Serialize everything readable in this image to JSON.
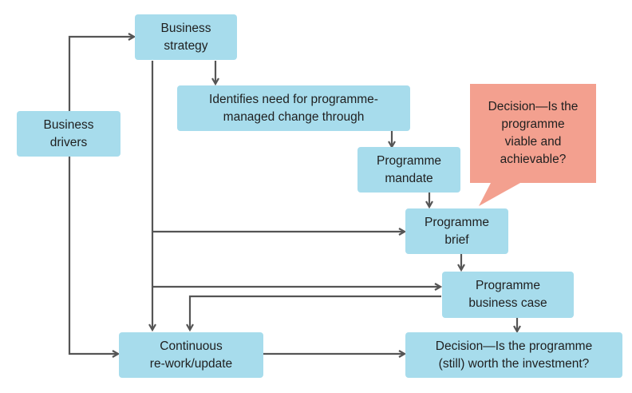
{
  "nodes": {
    "business_strategy": "Business\nstrategy",
    "business_drivers": "Business\ndrivers",
    "identifies_need": "Identifies need for programme-\nmanaged change through",
    "programme_mandate": "Programme\nmandate",
    "programme_brief": "Programme\nbrief",
    "programme_business_case": "Programme\nbusiness case",
    "continuous_rework": "Continuous\nre-work/update",
    "decision_worth": "Decision—Is the programme\n(still) worth the investment?"
  },
  "callout": {
    "text": "Decision—Is the\nprogramme\nviable and\nachievable?"
  },
  "colors": {
    "box_fill": "#a7dcec",
    "callout_fill": "#f3a08f",
    "connector": "#555555"
  }
}
